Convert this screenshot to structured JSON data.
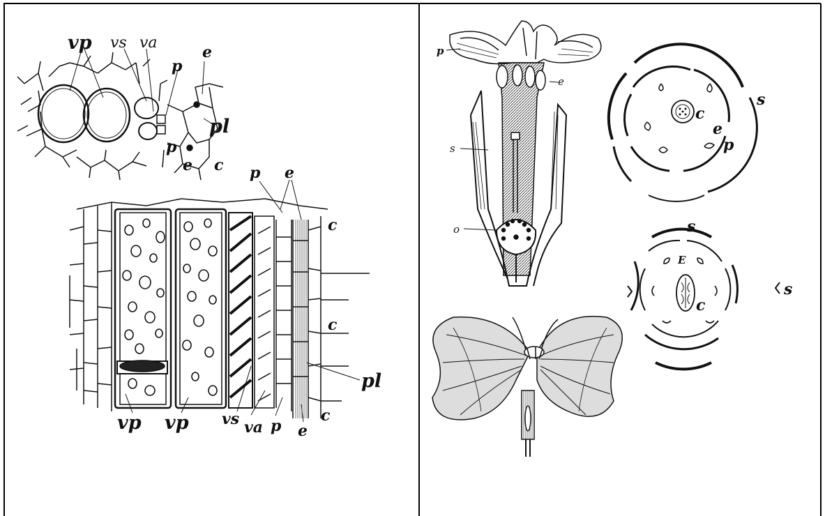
{
  "left_panel": {
    "cross_section_labels": {
      "vp": "vp",
      "vs": "vs",
      "va": "va",
      "p_top": "p",
      "e_top": "e",
      "pl": "pl",
      "p_bottom": "p",
      "e_bottom": "e",
      "c": "c"
    },
    "long_section_labels": {
      "p": "p",
      "e_top": "e",
      "c1": "c",
      "c2": "c",
      "c3": "c",
      "pl": "pl",
      "vp1": "vp",
      "vp2": "vp",
      "vs": "vs",
      "va": "va",
      "p_bottom": "p",
      "e_bottom": "e"
    }
  },
  "right_panel": {
    "flower_section_labels": {
      "p": "p",
      "e": "e",
      "s": "s",
      "o": "o"
    },
    "diagram_top_labels": {
      "c": "c",
      "s": "s",
      "e": "e",
      "p": "p"
    },
    "diagram_bottom_labels": {
      "s_top": "s",
      "E": "E",
      "c": "c",
      "s_right": "s"
    }
  },
  "colors": {
    "ink": "#111111",
    "frame": "#000000",
    "paper": "#ffffff"
  }
}
